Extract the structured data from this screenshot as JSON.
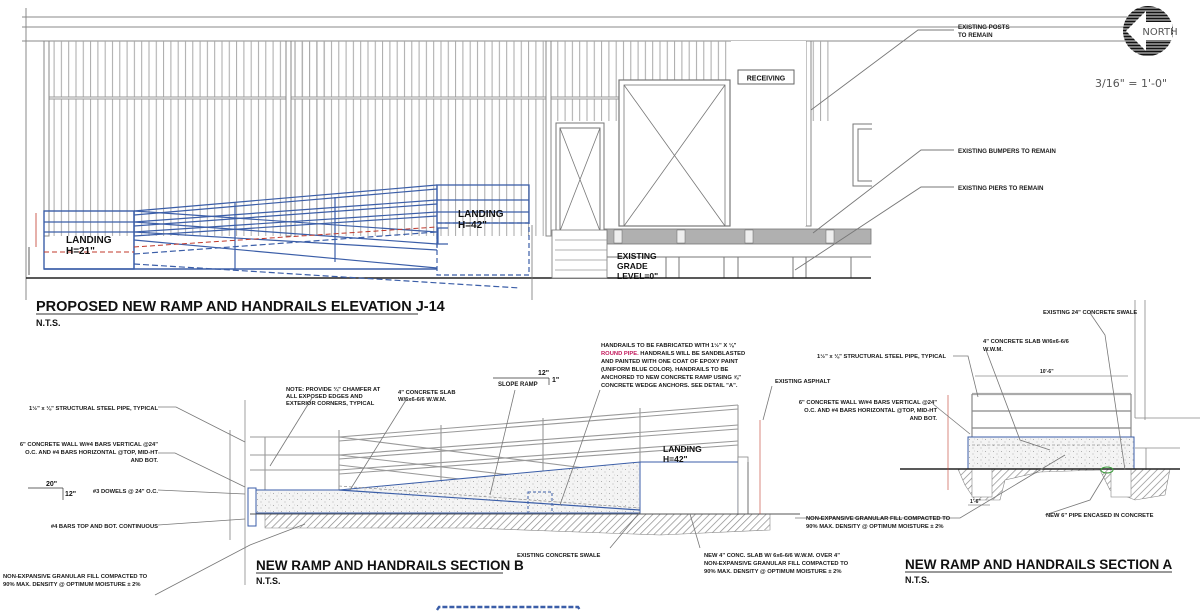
{
  "drawing": {
    "scale": "3/16\" = 1'-0\"",
    "north_label": "NORTH",
    "colors": {
      "linework": "#7a7a7a",
      "handrail_blue": "#3b5ea8",
      "dim_red": "#c0392b",
      "red_note": "#c2185b",
      "fill_gray": "#b0b0b0",
      "text": "#1a1a1a"
    }
  },
  "elevation": {
    "title": "PROPOSED NEW RAMP AND HANDRAILS ELEVATION J-14",
    "subtitle": "N.T.S.",
    "labels": {
      "receiving": "RECEIVING",
      "landing_low": "LANDING",
      "landing_low_h": "H=21\"",
      "landing_high": "LANDING",
      "landing_high_h": "H=42\"",
      "grade_1": "EXISTING",
      "grade_2": "GRADE",
      "grade_3": "LEVEL=0\""
    },
    "callouts": [
      {
        "line1": "EXISTING POSTS",
        "line2": "TO REMAIN"
      },
      {
        "line1": "EXISTING BUMPERS TO REMAIN"
      },
      {
        "line1": "EXISTING PIERS TO REMAIN"
      }
    ]
  },
  "section_b": {
    "title": "NEW RAMP AND HANDRAILS SECTION B",
    "subtitle": "N.T.S.",
    "landing": "LANDING",
    "landing_h": "H=42\"",
    "slope_run": "12\"",
    "slope_rise": "1\"",
    "slope_label": "SLOPE RAMP",
    "wall_slope_run": "20\"",
    "wall_slope_rise": "12\"",
    "notes": {
      "pipe": "1½\" x ⅛\" STRUCTURAL STEEL PIPE, TYPICAL",
      "wall_1": "6\" CONCRETE WALL W/#4 BARS VERTICAL @24\"",
      "wall_2": "O.C. AND #4 BARS HORIZONTAL @TOP, MID-HT",
      "wall_3": "AND BOT.",
      "dowels": "#3 DOWELS @ 24\" O.C.",
      "bars": "#4 BARS TOP AND BOT. CONTINUOUS",
      "fill_1": "NON-EXPANSIVE GRANULAR FILL COMPACTED TO",
      "fill_2": "90% MAX. DENSITY @ OPTIMUM MOISTURE ± 2%",
      "chamfer_1": "NOTE: PROVIDE ¾\" CHAMFER AT",
      "chamfer_2": "ALL EXPOSED EDGES AND",
      "chamfer_3": "EXTERIOR CORNERS, TYPICAL",
      "slab_1": "4\" CONCRETE SLAB",
      "slab_2": "W/6x6-6/6 W.W.M.",
      "handrail_1": "HANDRAILS TO BE FABRICATED WITH 1½\" X ⅛\"",
      "handrail_2a": "ROUND PIPE.",
      "handrail_2b": " HANDRAILS WILL BE SANDBLASTED",
      "handrail_3": "AND PAINTED WITH ONE COAT OF EPOXY PAINT",
      "handrail_4": "(UNIFORM BLUE COLOR). HANDRAILS TO BE",
      "handrail_5": "ANCHORED TO NEW CONCRETE RAMP USING ⅝\"",
      "handrail_6": "CONCRETE WEDGE ANCHORS. SEE DETAIL \"A\".",
      "swale": "EXISTING CONCRETE SWALE",
      "new_slab_1": "NEW 4\" CONC. SLAB W/ 6x6-6/6 W.W.M. OVER 4\"",
      "new_slab_2": "NON-EXPANSIVE GRANULAR FILL COMPACTED TO",
      "new_slab_3": "90% MAX. DENSITY @ OPTIMUM MOISTURE ± 2%",
      "asphalt": "EXISTING ASPHALT"
    }
  },
  "section_a": {
    "title": "NEW RAMP AND HANDRAILS SECTION A",
    "subtitle": "N.T.S.",
    "width_dim": "10'-6\"",
    "footing_dim": "1'-6\"",
    "notes": {
      "swale": "EXISTING 24\" CONCRETE SWALE",
      "slab_1": "4\" CONCRETE SLAB W/6x6-6/6",
      "slab_2": "W.W.M.",
      "pipe": "1½\" x ⅛\" STRUCTURAL STEEL PIPE, TYPICAL",
      "wall_1": "6\" CONCRETE WALL W/#4 BARS VERTICAL @24\"",
      "wall_2": "O.C. AND #4 BARS HORIZONTAL @TOP, MID-HT",
      "wall_3": "AND BOT.",
      "fill_1": "NON-EXPANSIVE GRANULAR FILL COMPACTED TO",
      "fill_2": "90% MAX. DENSITY @ OPTIMUM MOISTURE ± 2%",
      "new_pipe": "NEW 6\" PIPE ENCASED IN CONCRETE"
    }
  }
}
